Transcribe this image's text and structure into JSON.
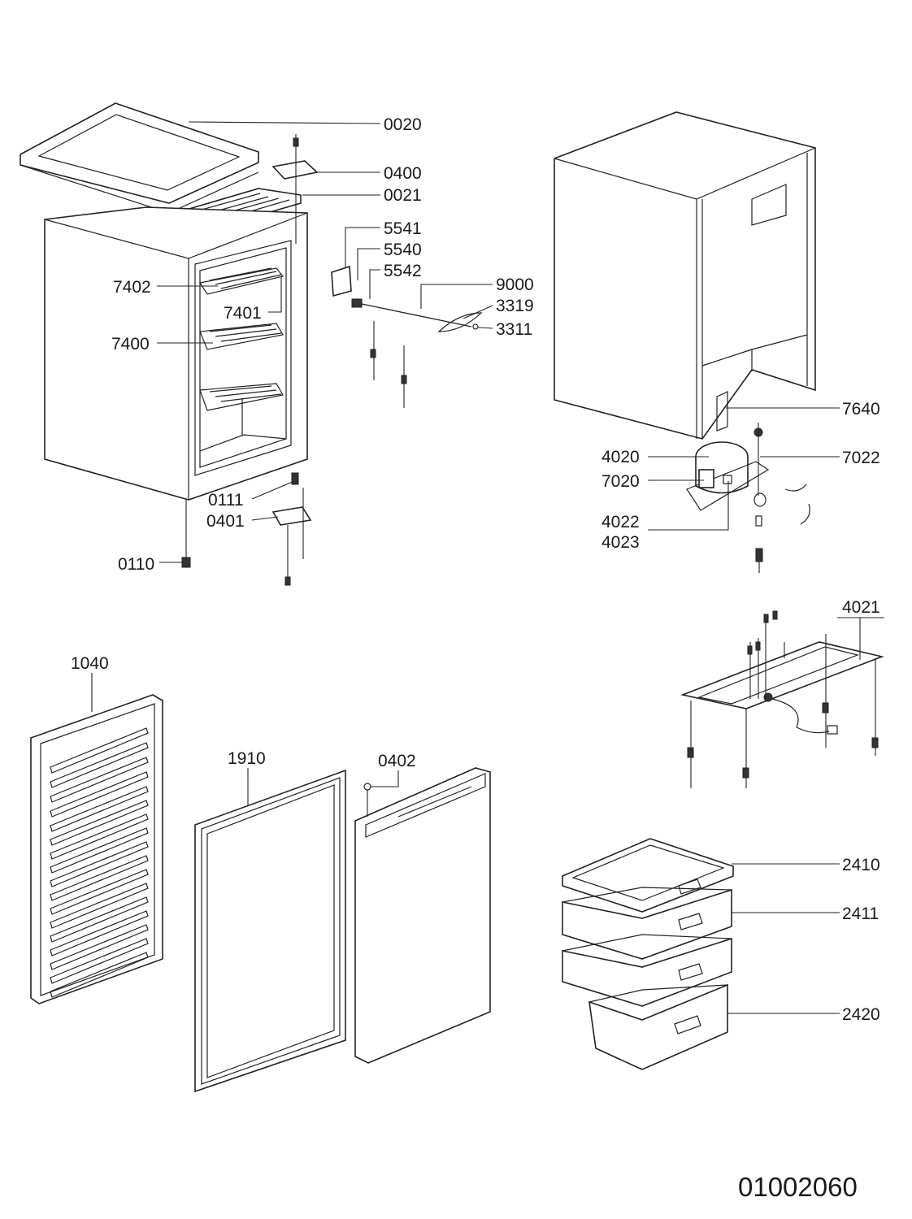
{
  "labels": {
    "l0020": "0020",
    "l0400": "0400",
    "l0021": "0021",
    "l5541": "5541",
    "l5540": "5540",
    "l5542": "5542",
    "l9000": "9000",
    "l3319": "3319",
    "l3311": "3311",
    "l7402": "7402",
    "l7401": "7401",
    "l7400": "7400",
    "l0111": "0111",
    "l0401": "0401",
    "l0110": "0110",
    "l7640": "7640",
    "l4020": "4020",
    "l7022": "7022",
    "l7020": "7020",
    "l4022": "4022",
    "l4023": "4023",
    "l4021": "4021",
    "l1040": "1040",
    "l1910": "1910",
    "l0402": "0402",
    "l2410": "2410",
    "l2411": "2411",
    "l2420": "2420"
  },
  "document_number": "01002060"
}
